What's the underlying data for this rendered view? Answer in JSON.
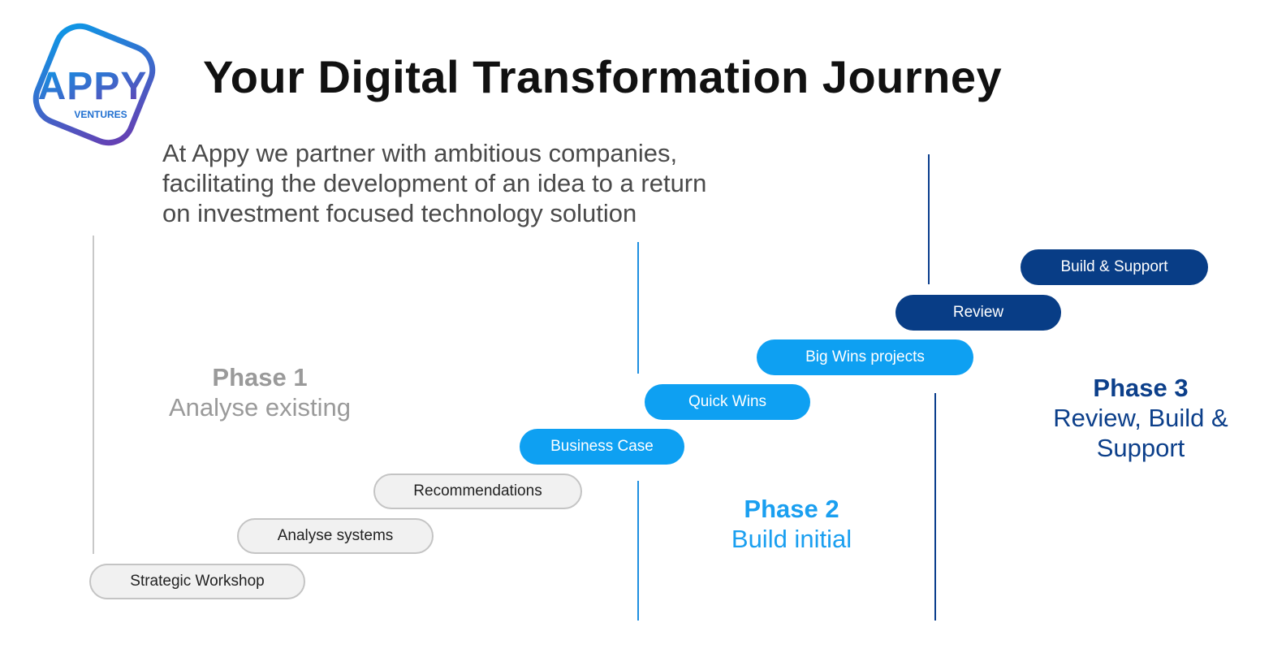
{
  "logo": {
    "wordmark": "APPY",
    "subtext": "VENTURES",
    "gradient": [
      "#0a9be8",
      "#6a3bb0"
    ]
  },
  "title": "Your Digital Transformation Journey",
  "intro": [
    "At Appy we partner with ambitious companies,",
    "facilitating the development of an idea to a return",
    "on investment focused technology solution"
  ],
  "phases": [
    {
      "title": "Phase 1",
      "subtitle": [
        "Analyse existing"
      ],
      "color": "#9a9a9a"
    },
    {
      "title": "Phase 2",
      "subtitle": [
        "Build initial"
      ],
      "color": "#1a9ff0"
    },
    {
      "title": "Phase 3",
      "subtitle": [
        "Review, Build &",
        "Support"
      ],
      "color": "#0c3f8a"
    }
  ],
  "steps": [
    {
      "label": "Strategic Workshop",
      "phase": 1
    },
    {
      "label": "Analyse systems",
      "phase": 1
    },
    {
      "label": "Recommendations",
      "phase": 1
    },
    {
      "label": "Business Case",
      "phase": 2
    },
    {
      "label": "Quick Wins",
      "phase": 2
    },
    {
      "label": "Big Wins projects",
      "phase": 2
    },
    {
      "label": "Review",
      "phase": 3
    },
    {
      "label": "Build & Support",
      "phase": 3
    }
  ],
  "colors": {
    "light_pill": "#f1f1f1",
    "light_border": "#c4c4c4",
    "blue_pill": "#0ea0f2",
    "navy_pill": "#083d86"
  }
}
